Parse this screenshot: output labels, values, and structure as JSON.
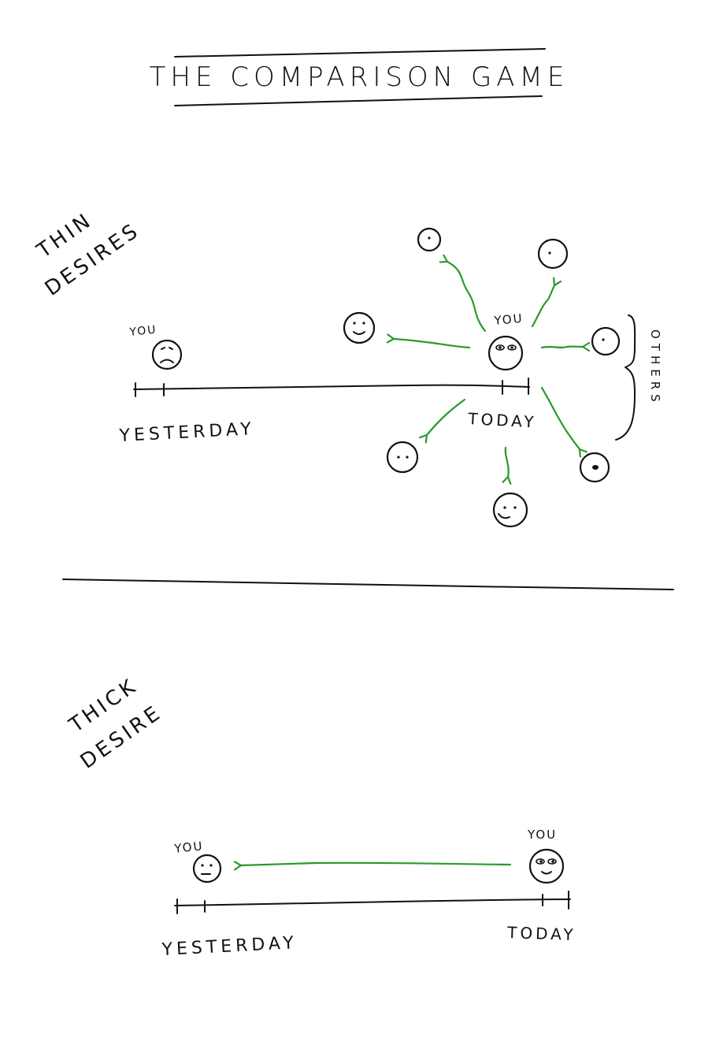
{
  "title": "THE COMPARISON GAME",
  "colors": {
    "ink": "#111111",
    "arrow": "#2a9a2a",
    "background": "#ffffff"
  },
  "thin": {
    "heading_line1": "THIN",
    "heading_line2": "DESIRES",
    "you_yesterday": "YOU",
    "you_today": "YOU",
    "yesterday": "YESTERDAY",
    "today": "TODAY",
    "others": "OTHERS"
  },
  "thick": {
    "heading_line1": "THICK",
    "heading_line2": "DESIRE",
    "you_yesterday": "YOU",
    "you_today": "YOU",
    "yesterday": "YESTERDAY",
    "today": "TODAY"
  }
}
